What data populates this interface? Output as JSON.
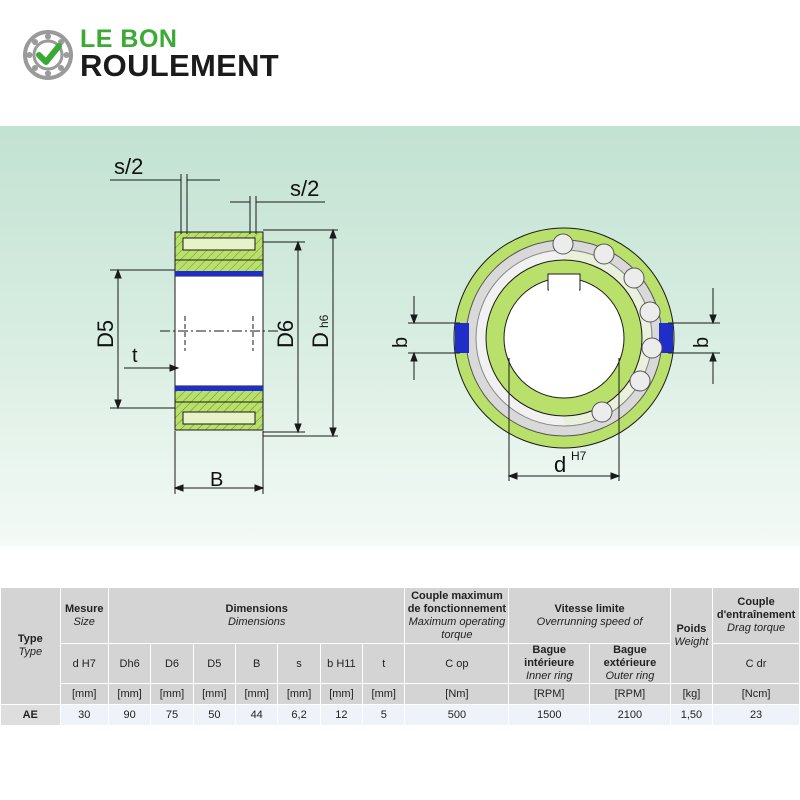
{
  "brand": {
    "line1": "LE BON",
    "line2": "ROULEMENT"
  },
  "drawing": {
    "labels": {
      "s2_top": "s/2",
      "s2_right": "s/2",
      "D5": "D5",
      "t": "t",
      "D6": "D6",
      "D": "D",
      "D_sub": "h6",
      "B": "B",
      "b_left": "b",
      "b_right": "b",
      "d": "d",
      "d_sup": "H7"
    },
    "colors": {
      "ring": "#b9e06a",
      "seal": "#1f2ec8",
      "cage": "#cfcfcf",
      "line": "#1a1a1a"
    }
  },
  "table": {
    "type_header": {
      "fr": "Type",
      "en": "Type"
    },
    "groups": [
      {
        "fr": "Mesure",
        "en": "Size"
      },
      {
        "fr": "Dimensions",
        "en": "Dimensions"
      },
      {
        "fr": "Couple maximum de fonctionnement",
        "en": "Maximum operating torque"
      },
      {
        "fr": "Vitesse limite",
        "en": "Overrunning speed of"
      },
      {
        "fr": "Poids",
        "en": "Weight"
      },
      {
        "fr": "Couple d'entraînement",
        "en": "Drag torque"
      }
    ],
    "speed_subs": [
      {
        "fr": "Bague intérieure",
        "en": "Inner ring"
      },
      {
        "fr": "Bague extérieure",
        "en": "Outer ring"
      }
    ],
    "symbols": [
      "d H7",
      "Dh6",
      "D6",
      "D5",
      "B",
      "s",
      "b  H11",
      "t",
      "C op",
      "C dr"
    ],
    "units": [
      "[mm]",
      "[mm]",
      "[mm]",
      "[mm]",
      "[mm]",
      "[mm]",
      "[mm]",
      "[mm]",
      "[Nm]",
      "[RPM]",
      "[RPM]",
      "[kg]",
      "[Ncm]"
    ],
    "row": {
      "type": "AE",
      "values": [
        "30",
        "90",
        "75",
        "50",
        "44",
        "6,2",
        "12",
        "5",
        "500",
        "1500",
        "2100",
        "1,50",
        "23"
      ]
    }
  }
}
